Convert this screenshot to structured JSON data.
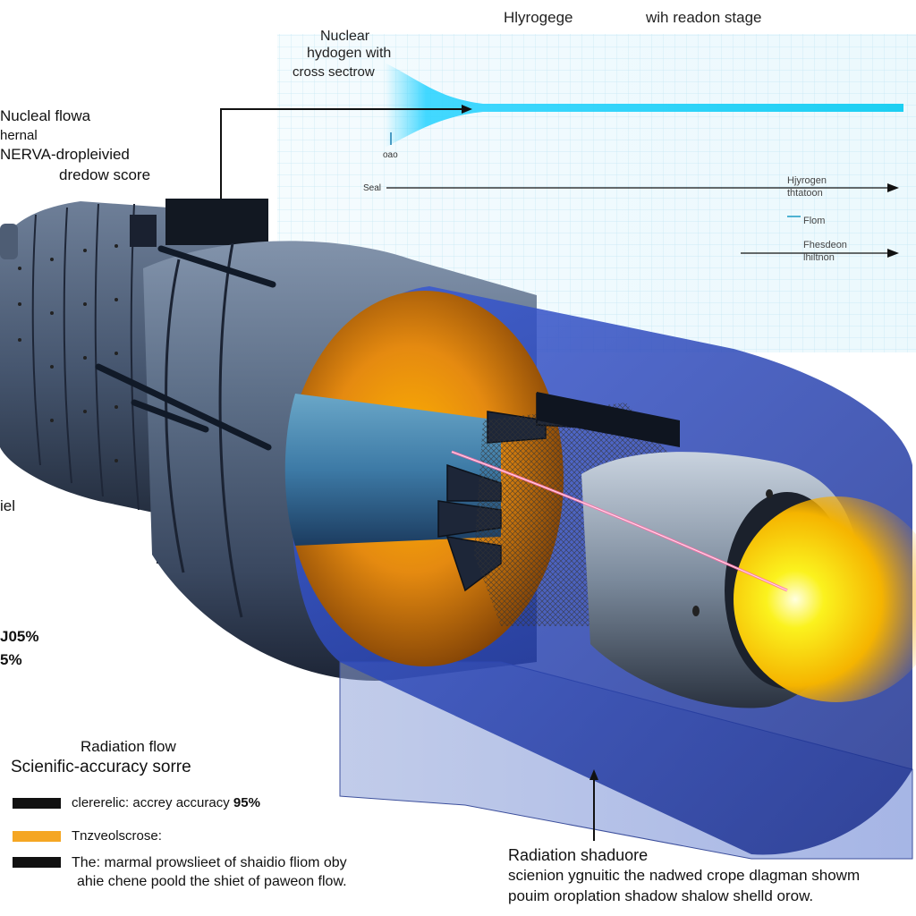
{
  "header": {
    "hydrogen": "Hlyrogege",
    "radeon_stage": "wih readon stage"
  },
  "hydrogen_label": {
    "line1": "Nuclear",
    "line2": "hydogen with",
    "line3": "cross sectrow"
  },
  "left_labels": {
    "line1": "Nucleal flowa",
    "line2": "hernal",
    "line3": "NERVA-dropleivied",
    "line4": "dredow score"
  },
  "grid_labels": {
    "tick": "oao",
    "seal": "Seal",
    "hydrogen_line1": "Hjyrogen",
    "hydrogen_line2": "thtatoon",
    "flom": "Flom",
    "radeon_line1": "Fhesdeon",
    "radeon_line2": "lhiltnon"
  },
  "side_fragments": {
    "shield": "iel",
    "pct1": "J05%",
    "pct2": "5%"
  },
  "legend": {
    "title": "Radiation flow",
    "subtitle": "Scienific-accuracy sorre",
    "items": [
      {
        "color": "#111111",
        "text": "clererelic: accrey accuracy ",
        "value": "95%"
      },
      {
        "color": "#f5a623",
        "text": "Tnzveolscrose:",
        "value": ""
      },
      {
        "color": "#111111",
        "text": "The: marmal prowslieet of shaidio fliom oby",
        "text2": "ahie chene poold the shiet of pawеon flow."
      }
    ]
  },
  "shadow": {
    "title": "Radiation shaduore",
    "desc_line1": "scienion ygnuitic the nadwed crope dlagman showm",
    "desc_line2": "pouim oroplation shadow shalow shelld orow."
  },
  "colors": {
    "accent_cyan": "#19d3f5",
    "shield_blue": "#2a48b8",
    "hot_orange": "#f5a623",
    "exhaust_yellow": "#f7e81a",
    "metal": "#5a6d88"
  }
}
